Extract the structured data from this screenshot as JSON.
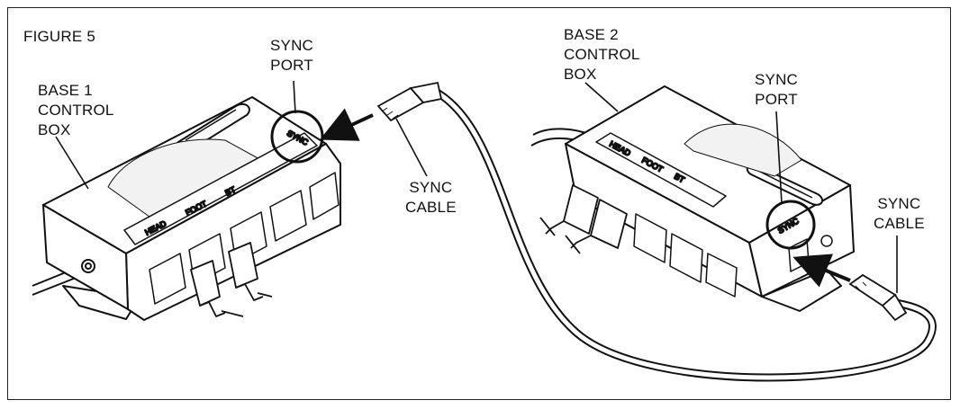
{
  "figure_label": "FIGURE 5",
  "labels": {
    "base1_control_box": "BASE 1\nCONTROL\nBOX",
    "base2_control_box": "BASE 2\nCONTROL\nBOX",
    "sync_port_left": "SYNC\nPORT",
    "sync_port_right": "SYNC\nPORT",
    "sync_cable_left": "SYNC\nCABLE",
    "sync_cable_right": "SYNC\nCABLE"
  },
  "box_plates": {
    "head": "HEAD",
    "foot": "FOOT",
    "bt": "BT",
    "sync": "SYNC"
  }
}
